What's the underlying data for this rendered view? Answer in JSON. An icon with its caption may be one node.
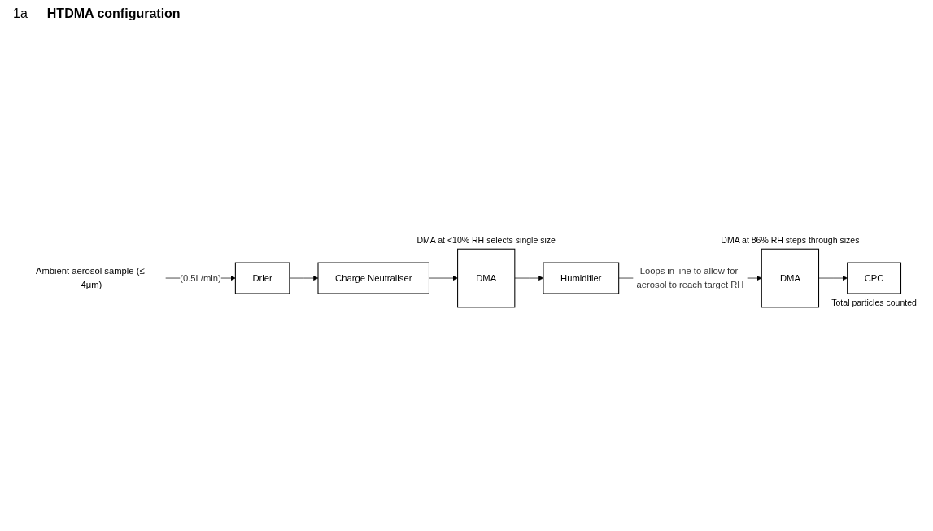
{
  "diagram": {
    "title": "HTDMA configuration",
    "nodes": [
      {
        "text": [
          "Ambient aerosol sample (≤ 4μm)"
        ]
      },
      {
        "text": [
          "Drier"
        ]
      },
      {
        "text": [
          "Charge Neutraliser"
        ]
      },
      {
        "text": [
          "DMA"
        ],
        "beside": [
          "DMA at <10% RH selects single size"
        ]
      },
      {
        "text": [
          "Humidifier"
        ]
      },
      {
        "text": [
          "DMA"
        ],
        "beside": [
          "DMA at 86% RH steps through sizes"
        ]
      },
      {
        "text": [
          "CPC"
        ],
        "beside": [
          "Total particles counted"
        ]
      }
    ],
    "edges": [
      {
        "from": 0,
        "to": 1,
        "arrow": "to",
        "label": "(0.5L/min)"
      },
      {
        "from": 1,
        "to": 2,
        "arrow": "to"
      },
      {
        "from": 2,
        "to": 3,
        "arrow": "to"
      },
      {
        "from": 3,
        "to": 4,
        "arrow": "to"
      },
      {
        "from": 4,
        "to": 5,
        "arrow": "to",
        "label": "Loops in line to allow for aerosol to reach target RH"
      },
      {
        "from": 5,
        "to": 6,
        "arrow": "to"
      }
    ],
    "labels": [
      "1a"
    ]
  }
}
